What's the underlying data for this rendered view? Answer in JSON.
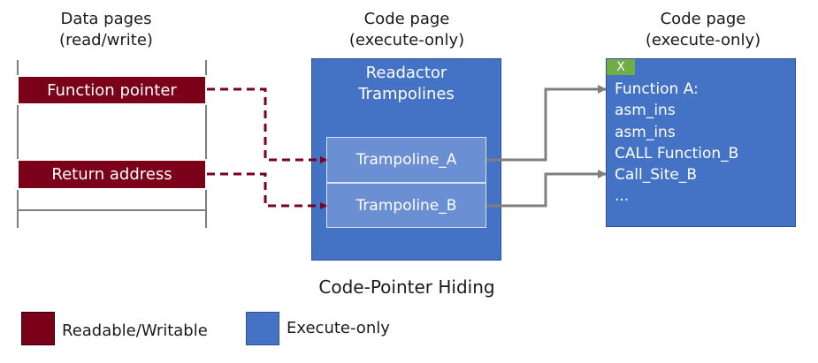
{
  "headers": {
    "data_pages": [
      "Data pages",
      "(read/write)"
    ],
    "code_page_mid": [
      "Code page",
      "(execute-only)"
    ],
    "code_page_right": [
      "Code page",
      "(execute-only)"
    ]
  },
  "data_pages": {
    "entries": [
      "Function pointer",
      "Return address"
    ]
  },
  "readactor": {
    "title": [
      "Readactor",
      "Trampolines"
    ],
    "trampolines": [
      "Trampoline_A",
      "Trampoline_B"
    ],
    "caption": "Code-Pointer Hiding"
  },
  "code_page": {
    "badge": "X",
    "lines": [
      "Function A:",
      "asm_ins",
      "asm_ins",
      "CALL Function_B",
      "Call_Site_B",
      "..."
    ]
  },
  "legend": [
    {
      "label": "Readable/Writable",
      "color": "#7b0019"
    },
    {
      "label": "Execute-only",
      "color": "#4472c4"
    }
  ],
  "colors": {
    "readable_writable": "#7b0019",
    "execute_only": "#4472c4",
    "trampoline": "#6b8fd3",
    "badge": "#70ad47",
    "dashed_arrow": "#7b0019",
    "solid_arrow": "#7f7f7f"
  }
}
